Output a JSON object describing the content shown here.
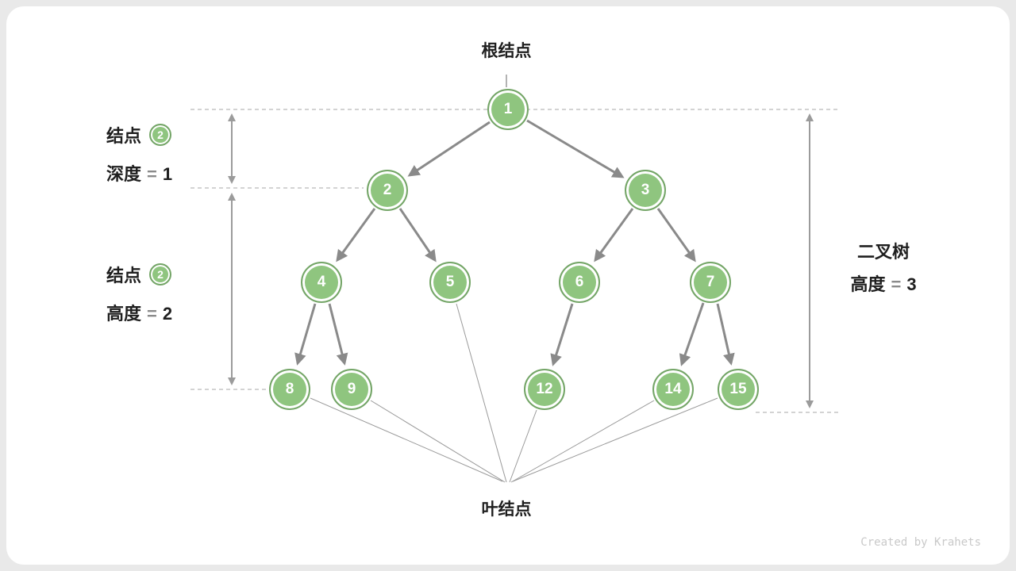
{
  "labels": {
    "root": "根结点",
    "leaf": "叶结点",
    "watermark": "Created by Krahets"
  },
  "annotations": {
    "depth": {
      "node_label": "结点",
      "node_value": "2",
      "metric": "深度",
      "equals": "=",
      "value": "1"
    },
    "height": {
      "node_label": "结点",
      "node_value": "2",
      "metric": "高度",
      "equals": "=",
      "value": "2"
    },
    "tree_height": {
      "line1": "二叉树",
      "metric": "高度",
      "equals": "=",
      "value": "3"
    }
  },
  "tree": {
    "nodes": [
      "1",
      "2",
      "3",
      "4",
      "5",
      "6",
      "7",
      "8",
      "9",
      "12",
      "14",
      "15"
    ]
  },
  "colors": {
    "node_fill": "#8FC57F",
    "node_border": "#74A567",
    "edge": "#8a8a8a",
    "guide": "#b9b9b9",
    "card_bg": "#ffffff",
    "page_bg": "#e9e9e9"
  }
}
